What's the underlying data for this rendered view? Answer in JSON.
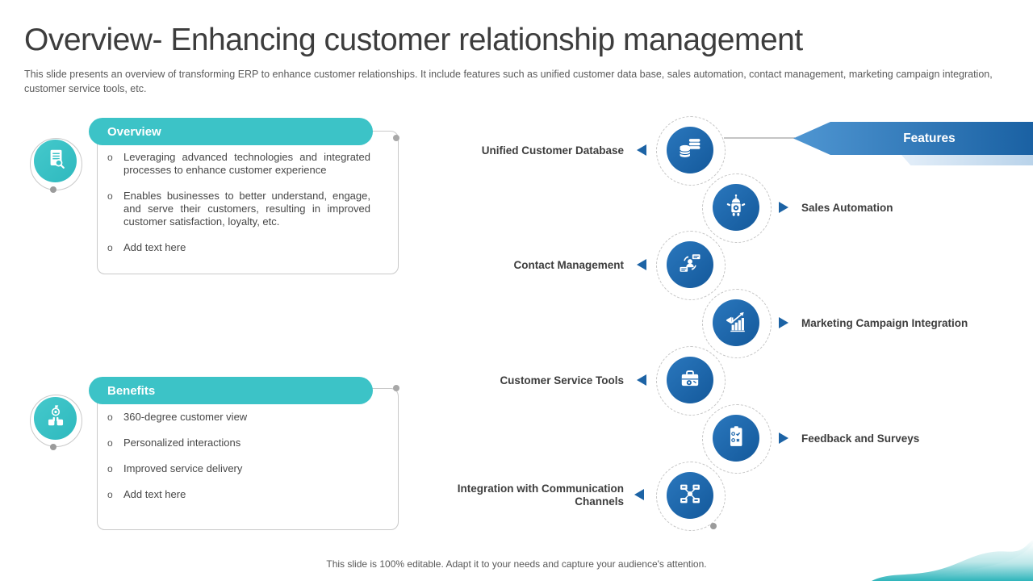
{
  "title": "Overview- Enhancing customer relationship management",
  "subtitle": "This slide presents an overview of transforming ERP to enhance customer relationships. It include features such as unified customer data base, sales automation, contact management, marketing campaign integration, customer service tools, etc.",
  "bullet_char": "o",
  "colors": {
    "teal": "#3cc3c7",
    "blue_circle": "#1c66ad",
    "banner_gradient_from": "#4f96d2",
    "banner_gradient_to": "#1a61a3",
    "pointer_blue": "#1c63a5",
    "text_dark": "#3d3d3d",
    "text_gray": "#5a5a5a",
    "border_gray": "#c9c9c9",
    "wave_teal": "#2fb5bb"
  },
  "sections": [
    {
      "header": "Overview",
      "icon": "document-search-icon",
      "bullets": [
        "Leveraging advanced technologies and integrated processes to enhance customer experience",
        "Enables businesses to better understand, engage, and serve their customers, resulting in improved customer satisfaction, loyalty, etc.",
        "Add text here"
      ]
    },
    {
      "header": "Benefits",
      "icon": "award-thumbs-icon",
      "bullets": [
        "360-degree customer view",
        "Personalized interactions",
        "Improved service delivery",
        "Add text here"
      ]
    }
  ],
  "features": {
    "banner_label": "Features",
    "items": [
      {
        "label": "Unified Customer Database",
        "side": "left",
        "icon": "database-icon"
      },
      {
        "label": "Sales Automation",
        "side": "right",
        "icon": "robot-icon"
      },
      {
        "label": "Contact Management",
        "side": "left",
        "icon": "contact-sync-icon"
      },
      {
        "label": "Marketing Campaign Integration",
        "side": "right",
        "icon": "megaphone-chart-icon"
      },
      {
        "label": "Customer Service Tools",
        "side": "left",
        "icon": "toolbox-icon"
      },
      {
        "label": "Feedback and Surveys",
        "side": "right",
        "icon": "survey-clipboard-icon"
      },
      {
        "label": "Integration with Communication Channels",
        "side": "left",
        "icon": "network-hub-icon"
      }
    ]
  },
  "footer": "This slide is 100% editable. Adapt it to your needs and capture your audience's attention."
}
